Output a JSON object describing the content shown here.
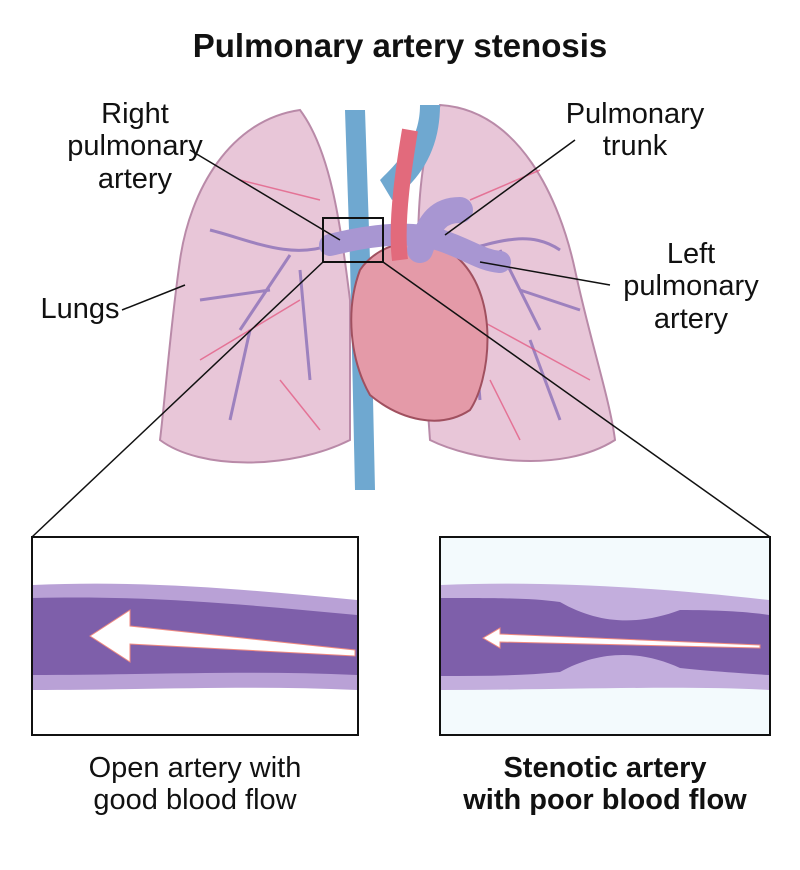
{
  "title": "Pulmonary artery stenosis",
  "labels": {
    "right_pulmonary_artery": [
      "Right",
      "pulmonary",
      "artery"
    ],
    "pulmonary_trunk": [
      "Pulmonary",
      "trunk"
    ],
    "left_pulmonary_artery": [
      "Left",
      "pulmonary",
      "artery"
    ],
    "lungs": "Lungs"
  },
  "panels": {
    "open": {
      "caption": [
        "Open artery with",
        "good blood flow"
      ]
    },
    "stenotic": {
      "caption": [
        "Stenotic artery",
        "with poor blood flow"
      ]
    }
  },
  "colors": {
    "lung": "#e6c3d6",
    "vessel_purple": "#8a6fb8",
    "vessel_red": "#e2507a",
    "vena_blue": "#6fa8d0",
    "artery_wall": "#b9a1d6",
    "artery_lumen": "#8063ad"
  }
}
